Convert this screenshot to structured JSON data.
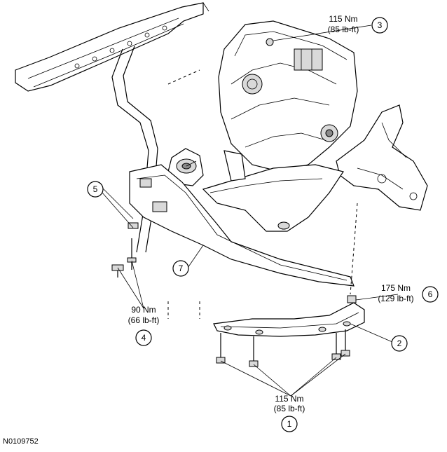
{
  "figure_id": "N0109752",
  "callouts": [
    {
      "number": "1"
    },
    {
      "number": "2"
    },
    {
      "number": "3"
    },
    {
      "number": "4"
    },
    {
      "number": "5"
    },
    {
      "number": "6"
    },
    {
      "number": "7"
    }
  ],
  "torques": {
    "t1": {
      "nm": "115 Nm",
      "lbft": "(85 lb-ft)"
    },
    "t3": {
      "nm": "115 Nm",
      "lbft": "(85 lb-ft)"
    },
    "t4": {
      "nm": "90 Nm",
      "lbft": "(66 lb-ft)"
    },
    "t6": {
      "nm": "175 Nm",
      "lbft": "(129 lb-ft)"
    }
  }
}
